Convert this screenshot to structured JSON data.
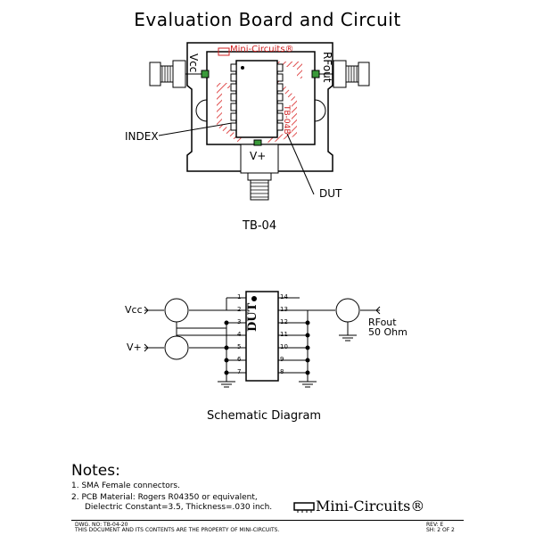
{
  "title": "Evaluation Board and Circuit",
  "board": {
    "brand": "Mini-Circuits®",
    "part": "TB-04B",
    "vcc": "Vcc",
    "rfout": "RFout",
    "vplus": "V+",
    "index": "INDEX",
    "dut": "DUT",
    "name": "TB-04"
  },
  "schematic": {
    "vcc": "Vcc",
    "vplus": "V+",
    "rfout": "RFout",
    "impedance": "50 Ohm",
    "dut": "DUT",
    "caption": "Schematic Diagram",
    "pins_left": [
      "1",
      "2",
      "3",
      "4",
      "5",
      "6",
      "7"
    ],
    "pins_right": [
      "14",
      "13",
      "12",
      "11",
      "10",
      "9",
      "8"
    ]
  },
  "notes": {
    "heading": "Notes:",
    "items": [
      "1. SMA Female connectors.",
      "2. PCB Material: Rogers R04350 or equivalent,",
      "Dielectric Constant=3.5, Thickness=.030 inch."
    ]
  },
  "footer": {
    "brand": "Mini-Circuits®",
    "dwg_no": "DWG. NO: TB-04-20",
    "property": "THIS DOCUMENT AND ITS CONTENTS ARE THE PROPERTY OF MINI-CIRCUITS.",
    "rev": "REV: E",
    "sheet": "SH: 2 OF 2"
  }
}
